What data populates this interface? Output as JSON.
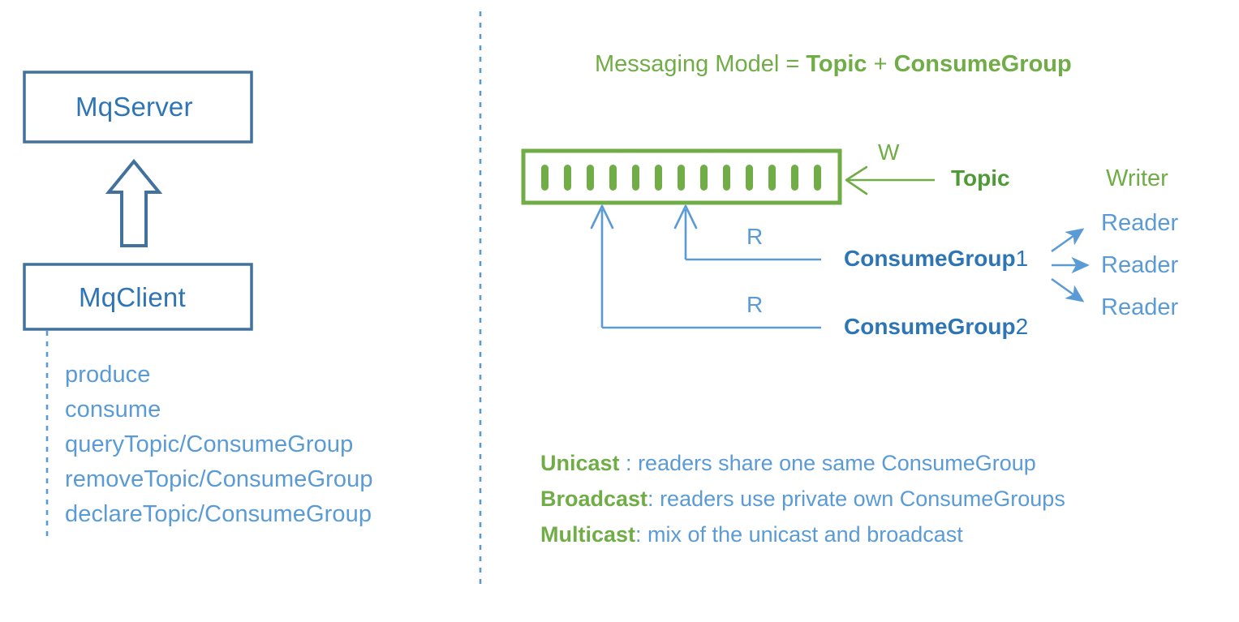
{
  "left": {
    "server_box": {
      "label": "MqServer"
    },
    "client_box": {
      "label": "MqClient"
    },
    "uplink_arrow": "block-arrow-up",
    "operations": [
      "produce",
      "consume",
      "queryTopic/ConsumeGroup",
      "removeTopic/ConsumeGroup",
      "declareTopic/ConsumeGroup"
    ]
  },
  "right": {
    "title": {
      "prefix": "Messaging Model = ",
      "term1": "Topic",
      "plus": " + ",
      "term2": "ConsumeGroup"
    },
    "topic": {
      "label": "Topic",
      "message_count": 13,
      "write_letter": "W",
      "writer_label": "Writer"
    },
    "consume_groups": [
      {
        "name": "ConsumeGroup",
        "number": "1",
        "read_letter": "R"
      },
      {
        "name": "ConsumeGroup",
        "number": "2",
        "read_letter": "R"
      }
    ],
    "readers": [
      "Reader",
      "Reader",
      "Reader"
    ],
    "legend": [
      {
        "term": "Unicast",
        "sep": " : ",
        "desc": "readers share one same ConsumeGroup"
      },
      {
        "term": "Broadcast",
        "sep": ": ",
        "desc": "readers use private own ConsumeGroups"
      },
      {
        "term": "Multicast",
        "sep": ": ",
        "desc": "mix of the unicast and broadcast"
      }
    ]
  },
  "colors": {
    "box_border_blue": "#41719C",
    "text_blue": "#2E75B6",
    "light_blue": "#5B9BD5",
    "green": "#70AD47",
    "green_bold": "#4E9A35",
    "background": "#FFFFFF"
  }
}
